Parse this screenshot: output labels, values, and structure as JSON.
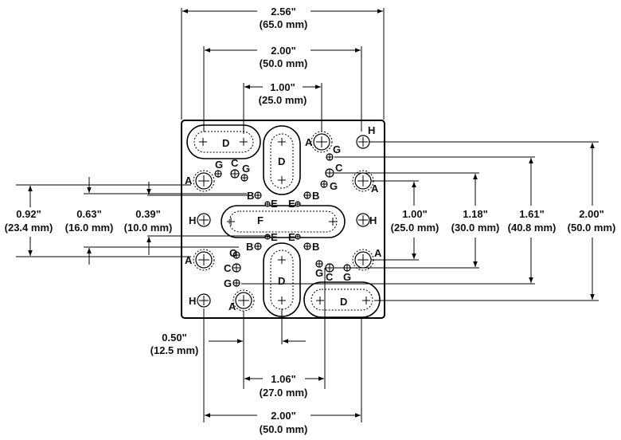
{
  "dimensions": {
    "top_overall": {
      "imperial": "2.56\"",
      "metric": "(65.0 mm)"
    },
    "top_d_slots": {
      "imperial": "2.00\"",
      "metric": "(50.0 mm)"
    },
    "top_inner": {
      "imperial": "1.00\"",
      "metric": "(25.0 mm)"
    },
    "left_092": {
      "imperial": "0.92\"",
      "metric": "(23.4 mm)"
    },
    "left_063": {
      "imperial": "0.63\"",
      "metric": "(16.0 mm)"
    },
    "left_039": {
      "imperial": "0.39\"",
      "metric": "(10.0 mm)"
    },
    "right_100": {
      "imperial": "1.00\"",
      "metric": "(25.0 mm)"
    },
    "right_118": {
      "imperial": "1.18\"",
      "metric": "(30.0 mm)"
    },
    "right_161": {
      "imperial": "1.61\"",
      "metric": "(40.8 mm)"
    },
    "right_200": {
      "imperial": "2.00\"",
      "metric": "(50.0 mm)"
    },
    "bottom_050": {
      "imperial": "0.50\"",
      "metric": "(12.5 mm)"
    },
    "bottom_106": {
      "imperial": "1.06\"",
      "metric": "(27.0 mm)"
    },
    "bottom_200": {
      "imperial": "2.00\"",
      "metric": "(50.0 mm)"
    }
  },
  "labels": {
    "A": "A",
    "B": "B",
    "C": "C",
    "D": "D",
    "E": "E",
    "F": "F",
    "G": "G",
    "H": "H"
  }
}
